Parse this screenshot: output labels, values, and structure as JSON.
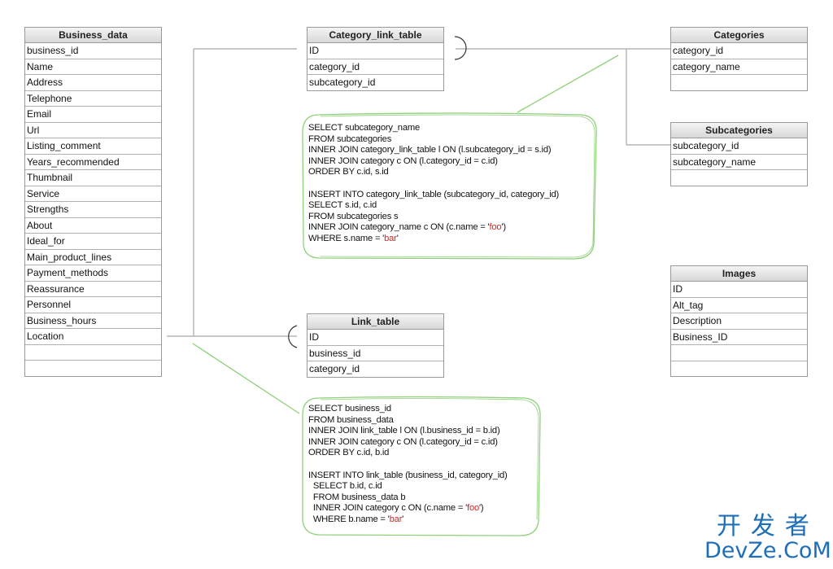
{
  "tables": {
    "business_data": {
      "title": "Business_data",
      "rows": [
        "business_id",
        "Name",
        "Address",
        "Telephone",
        "Email",
        "Url",
        "Listing_comment",
        "Years_recommended",
        "Thumbnail",
        "Service",
        "Strengths",
        "About",
        "Ideal_for",
        "Main_product_lines",
        "Payment_methods",
        "Reassurance",
        "Personnel",
        "Business_hours",
        "Location",
        "",
        ""
      ]
    },
    "category_link_table": {
      "title": "Category_link_table",
      "rows": [
        "ID",
        "category_id",
        "subcategory_id"
      ]
    },
    "categories": {
      "title": "Categories",
      "rows": [
        "category_id",
        "category_name",
        ""
      ]
    },
    "subcategories": {
      "title": "Subcategories",
      "rows": [
        "subcategory_id",
        "subcategory_name",
        ""
      ]
    },
    "images": {
      "title": "Images",
      "rows": [
        "ID",
        "Alt_tag",
        "Description",
        "Business_ID",
        "",
        ""
      ]
    },
    "link_table": {
      "title": "Link_table",
      "rows": [
        "ID",
        "business_id",
        "category_id"
      ]
    }
  },
  "notes": {
    "category_sql": [
      [
        {
          "t": "SELECT subcategory_name"
        }
      ],
      [
        {
          "t": "FROM subcategories"
        }
      ],
      [
        {
          "t": "INNER JOIN category_link_table l ON (l.subcategory_id = s.id)"
        }
      ],
      [
        {
          "t": "INNER JOIN category c ON (l.category_id = c.id)"
        }
      ],
      [
        {
          "t": "ORDER BY c.id, s.id"
        }
      ],
      [
        {
          "t": ""
        }
      ],
      [
        {
          "t": "INSERT INTO category_link_table (subcategory_id, category_id)"
        }
      ],
      [
        {
          "t": "SELECT s.id, c.id"
        }
      ],
      [
        {
          "t": "FROM subcategories s"
        }
      ],
      [
        {
          "t": "INNER JOIN category_name c ON (c.name = '"
        },
        {
          "t": "foo",
          "red": true
        },
        {
          "t": "')"
        }
      ],
      [
        {
          "t": "WHERE s.name = '"
        },
        {
          "t": "bar",
          "red": true
        },
        {
          "t": "'"
        }
      ]
    ],
    "business_sql": [
      [
        {
          "t": "SELECT business_id"
        }
      ],
      [
        {
          "t": "FROM business_data"
        }
      ],
      [
        {
          "t": "INNER JOIN link_table l ON (l.business_id = b.id)"
        }
      ],
      [
        {
          "t": "INNER JOIN category c ON (l.category_id = c.id)"
        }
      ],
      [
        {
          "t": "ORDER BY c.id, b.id"
        }
      ],
      [
        {
          "t": ""
        }
      ],
      [
        {
          "t": "INSERT INTO link_table (business_id, category_id)"
        }
      ],
      [
        {
          "t": "  SELECT b.id, c.id"
        }
      ],
      [
        {
          "t": "  FROM business_data b"
        }
      ],
      [
        {
          "t": "  INNER JOIN category c ON (c.name = '"
        },
        {
          "t": "foo",
          "red": true
        },
        {
          "t": "')"
        }
      ],
      [
        {
          "t": "  WHERE b.name = '"
        },
        {
          "t": "bar",
          "red": true
        },
        {
          "t": "'"
        }
      ]
    ]
  },
  "watermark": {
    "cn": "开发者",
    "en": "DevZe.CoM"
  },
  "colors": {
    "line": "#a8a8a8",
    "note": "#8fd07a",
    "highlight": "#e02020",
    "watermark": "#1e6fb8"
  }
}
